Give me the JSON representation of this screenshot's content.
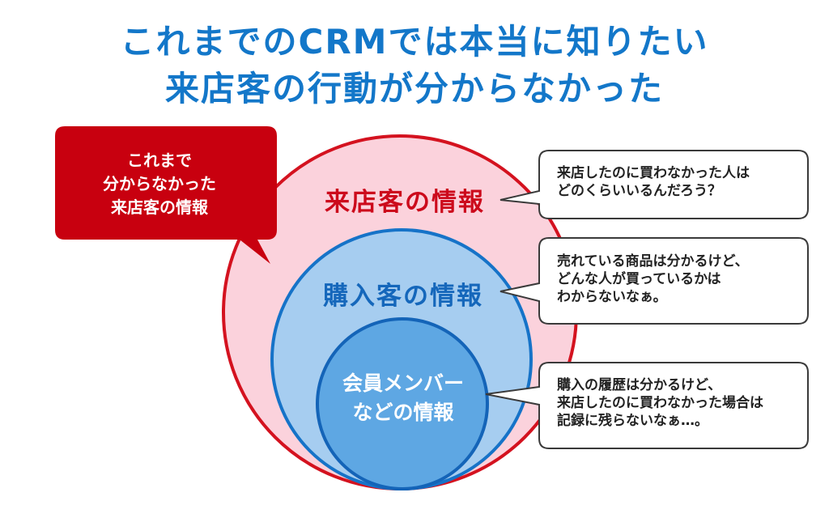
{
  "title": {
    "line1": "これまでのCRMでは本当に知りたい",
    "line2": "来店客の行動が分からなかった"
  },
  "circles": {
    "visitor": {
      "label": "来店客の情報"
    },
    "purchaser": {
      "label": "購入客の情報"
    },
    "member": {
      "line1": "会員メンバー",
      "line2": "などの情報"
    }
  },
  "red_note": {
    "line1": "これまで",
    "line2": "分からなかった",
    "line3": "来店客の情報"
  },
  "bubbles": [
    {
      "line1": "来店したのに買わなかった人は",
      "line2": "どのくらいいるんだろう？"
    },
    {
      "line1": "売れている商品は分かるけど、",
      "line2": "どんな人が買っているかは",
      "line3": "わからないなぁ。"
    },
    {
      "line1": "購入の履歴は分かるけど、",
      "line2": "来店したのに買わなかった場合は",
      "line3": "記録に残らないなぁ…。"
    }
  ],
  "colors": {
    "title": "#1377c9",
    "visitor_fill": "#fbd2dc",
    "visitor_stroke": "#d4121f",
    "purchaser_fill": "#a6cdf0",
    "purchaser_stroke": "#1673c8",
    "member_fill": "#5ea7e3",
    "member_stroke": "#1464b8",
    "red_note": "#c8000f"
  }
}
